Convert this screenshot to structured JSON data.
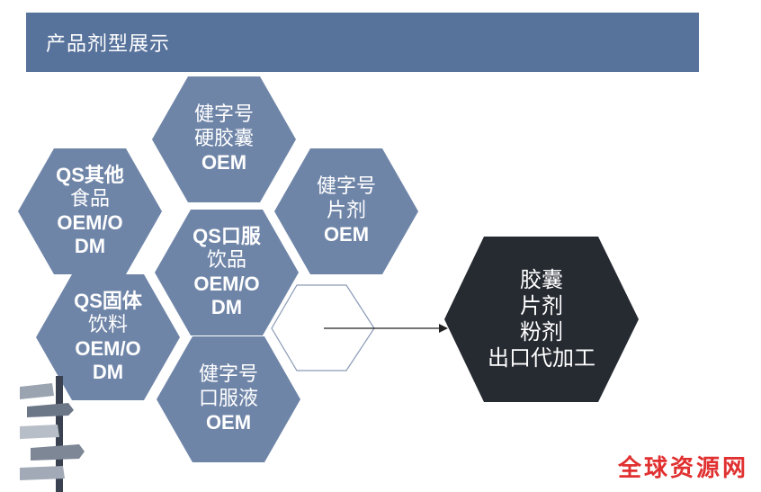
{
  "header": {
    "title": "产品剂型展示"
  },
  "hexagons": {
    "capsule": {
      "line1": "健字号",
      "line2": "硬胶囊",
      "line3": "OEM"
    },
    "qs_food": {
      "line1": "QS其他",
      "line2": "食品",
      "line3": "OEM/O",
      "line4": "DM"
    },
    "tablet": {
      "line1": "健字号",
      "line2": "片剂",
      "line3": "OEM"
    },
    "qs_oral": {
      "line1": "QS口服",
      "line2": "饮品",
      "line3": "OEM/O",
      "line4": "DM"
    },
    "qs_solid": {
      "line1": "QS固体",
      "line2": "饮料",
      "line3": "OEM/O",
      "line4": "DM"
    },
    "oral_liquid": {
      "line1": "健字号",
      "line2": "口服液",
      "line3": "OEM"
    },
    "export": {
      "line1": "胶囊",
      "line2": "片剂",
      "line3": "粉剂",
      "line4": "出口代加工"
    }
  },
  "colors": {
    "banner": "#57729b",
    "hex_fill": "#6f85a8",
    "hex_dark": "#262a31",
    "watermark": "#e03030"
  },
  "watermark": {
    "text": "全球资源网"
  }
}
